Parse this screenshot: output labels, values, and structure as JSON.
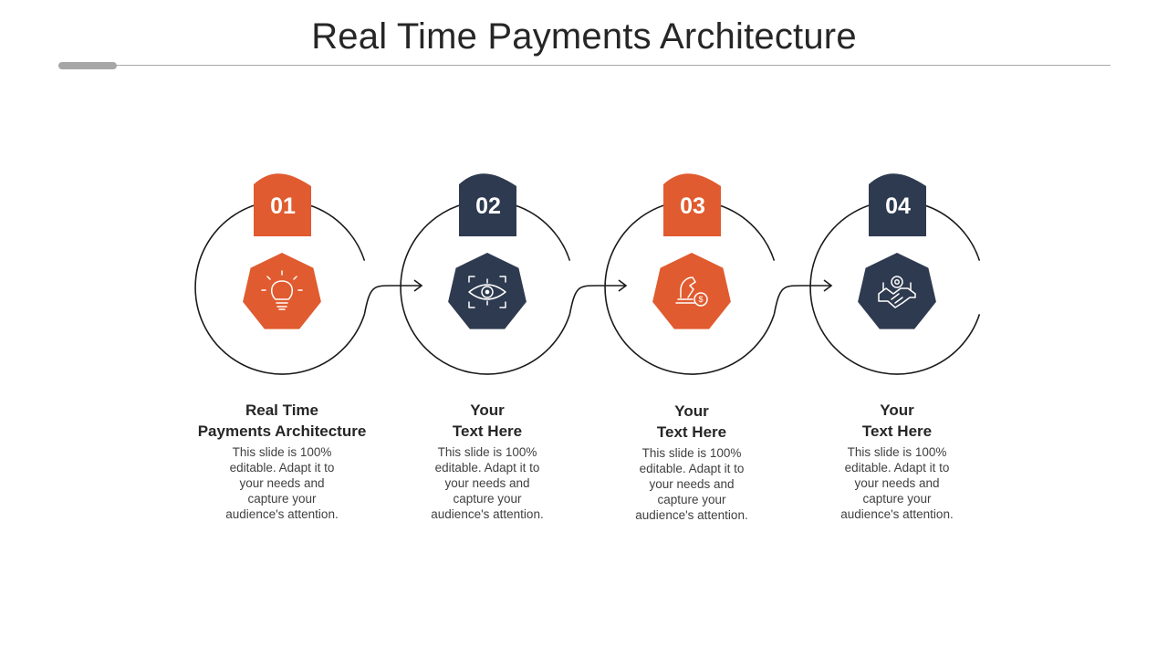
{
  "title": "Real Time Payments Architecture",
  "colors": {
    "orange": "#E05B2F",
    "navy": "#2E3A4F",
    "line": "#1a1a1a",
    "rule": "#a6a6a6"
  },
  "steps": [
    {
      "number": "01",
      "title": "Real Time\nPayments Architecture",
      "desc": "This slide is 100% editable. Adapt it to your needs and capture your audience's attention.",
      "icon": "lightbulb-icon",
      "color": "orange"
    },
    {
      "number": "02",
      "title": "Your\nText Here",
      "desc": "This slide is 100% editable. Adapt it to your needs and capture your audience's attention.",
      "icon": "eye-target-icon",
      "color": "navy"
    },
    {
      "number": "03",
      "title": "Your\nText Here",
      "desc": "This slide is 100% editable. Adapt it to your needs and capture your audience's attention.",
      "icon": "chess-knight-coin-icon",
      "color": "orange"
    },
    {
      "number": "04",
      "title": "Your\nText Here",
      "desc": "This slide is 100% editable. Adapt it to your needs and capture your audience's attention.",
      "icon": "handshake-gear-icon",
      "color": "navy"
    }
  ]
}
